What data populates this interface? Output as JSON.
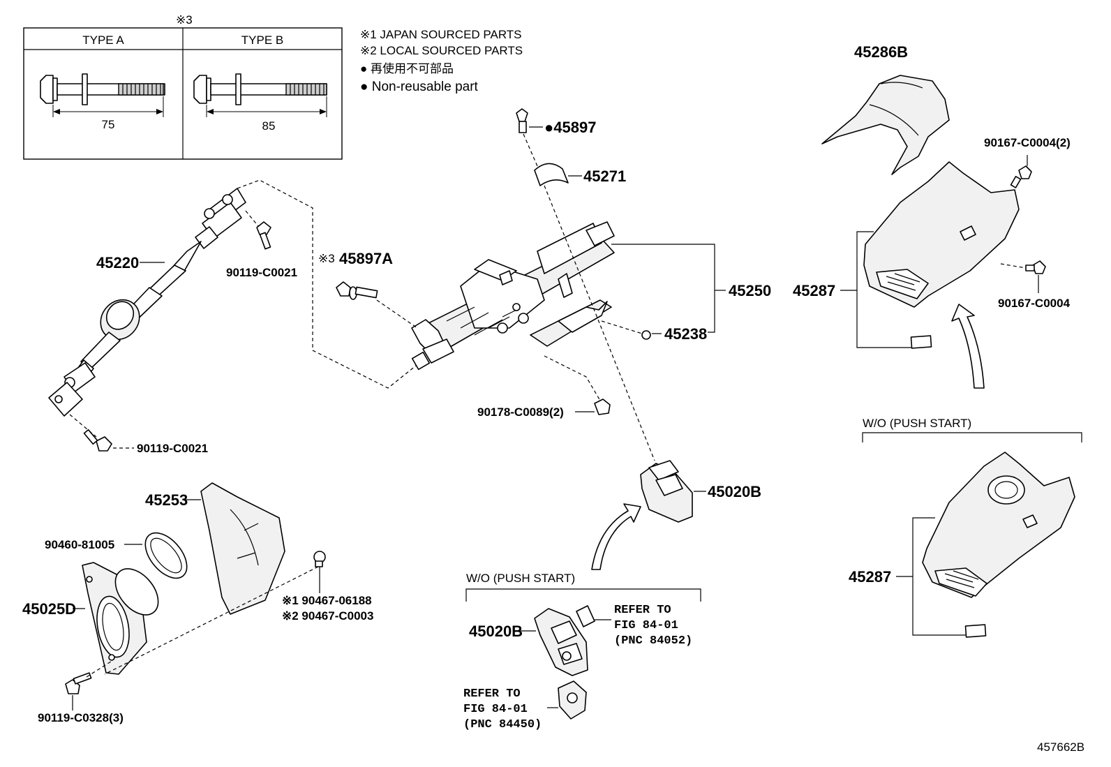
{
  "legend": {
    "box_note_mark": "※3",
    "type_a": "TYPE A",
    "type_b": "TYPE B",
    "dim_a": "75",
    "dim_b": "85",
    "note1": "※1 JAPAN SOURCED PARTS",
    "note2": "※2 LOCAL SOURCED PARTS",
    "note3": "● 再使用不可部品",
    "note4": "● Non-reusable part"
  },
  "callouts": {
    "p45286B": "45286B",
    "p90167_2": "90167-C0004(2)",
    "p90167": "90167-C0004",
    "p45287_top": "45287",
    "p45897": "●45897",
    "p45271": "45271",
    "p45220": "45220",
    "p90119_top": "90119-C0021",
    "p45897A_mark": "※3",
    "p45897A": "45897A",
    "p45250": "45250",
    "p45238": "45238",
    "p90178": "90178-C0089(2)",
    "p90119_bot": "90119-C0021",
    "p45253": "45253",
    "p90460": "90460-81005",
    "p45025D": "45025D",
    "p90467_1": "※1 90467-06188",
    "p90467_2": "※2 90467-C0003",
    "p90119_c0328": "90119-C0328(3)",
    "p45020B_top": "45020B",
    "p45020B_bot": "45020B",
    "p45287_bot": "45287",
    "wo_push_right": "W/O (PUSH START)",
    "wo_push_center": "W/O (PUSH START)",
    "ref1_l1": "REFER TO",
    "ref1_l2": "FIG 84-01",
    "ref1_l3": "(PNC 84052)",
    "ref2_l1": "REFER TO",
    "ref2_l2": "FIG 84-01",
    "ref2_l3": "(PNC 84450)",
    "diagram_id": "457662B"
  }
}
